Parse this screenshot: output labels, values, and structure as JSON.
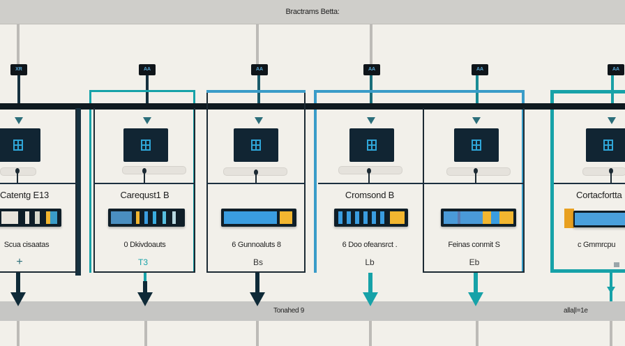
{
  "header": {
    "title": "Bractrams Betta:"
  },
  "footer": {
    "labels": [
      "Tonahed 9",
      "alla|l=1e"
    ]
  },
  "colors": {
    "navy": "#0f1a20",
    "teal": "#17a2a8",
    "blue": "#3a9cc8",
    "meter_blue": "#3a9de0",
    "meter_yellow": "#f2b630",
    "grey_line": "#bdbbb7"
  },
  "nodes": [
    {
      "tag": "XR",
      "title": "Catentg E13",
      "subtitle": "Scua cisaatas",
      "code": "+",
      "frame": "navy",
      "arrow": "navy"
    },
    {
      "tag": "AA",
      "title": "Carequst1 B",
      "subtitle": "0 Dkivdoauts",
      "code": "T3",
      "frame": "teal",
      "arrow": "navy"
    },
    {
      "tag": "AA",
      "title": "",
      "subtitle": "6 Gunnoaluts 8",
      "code": "Bs",
      "frame": "blue",
      "arrow": "navy"
    },
    {
      "tag": "AA",
      "title": "Cromsond B",
      "subtitle": "6 Doo ofeansrct .",
      "code": "Lb",
      "frame": "blue",
      "arrow": "teal"
    },
    {
      "tag": "AA",
      "title": "",
      "subtitle": "Feinas conmit S",
      "code": "Eb",
      "frame": "blue",
      "arrow": "teal"
    },
    {
      "tag": "AA",
      "title": "Cortacfortta",
      "subtitle": "c Gmmrcpu",
      "code": "",
      "frame": "teal",
      "arrow": "teal"
    }
  ]
}
